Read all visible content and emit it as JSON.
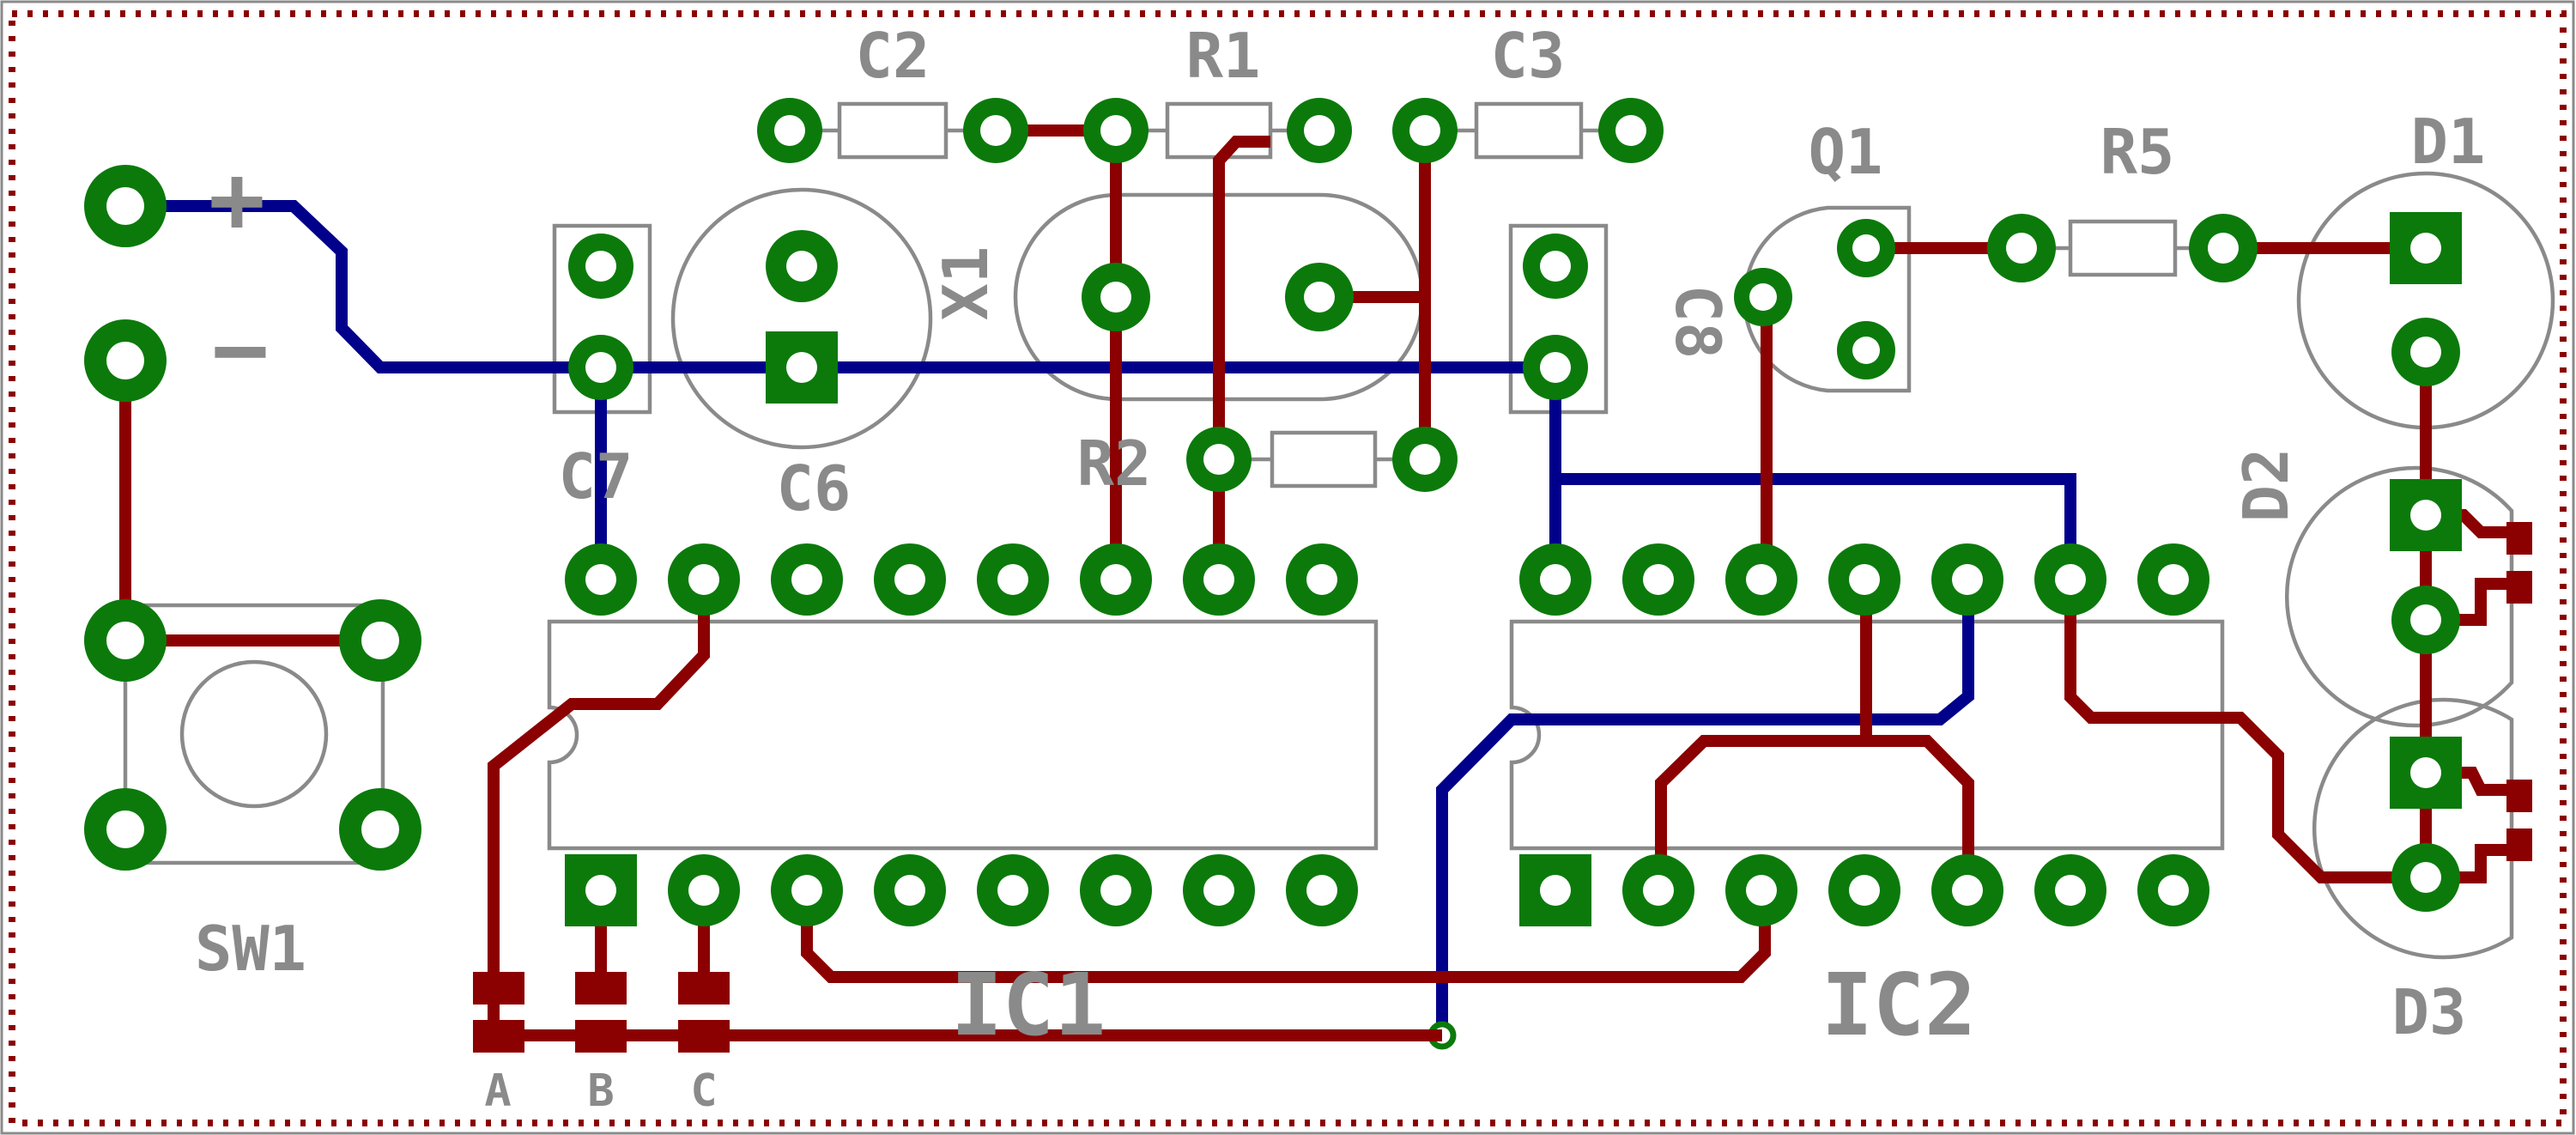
{
  "labels": {
    "plus": "+",
    "minus": "−",
    "c2": "C2",
    "r1": "R1",
    "c3": "C3",
    "q1": "Q1",
    "r5": "R5",
    "d1": "D1",
    "x1": "X1",
    "c8": "C8",
    "c7": "C7",
    "c6": "C6",
    "r2": "R2",
    "d2": "D2",
    "sw1": "SW1",
    "ic1": "IC1",
    "ic2": "IC2",
    "d3": "D3",
    "a": "A",
    "b": "B",
    "c": "C"
  },
  "colors": {
    "top_copper": "#8b0000",
    "bottom_copper": "#00008b",
    "pad": "#0b7a0b",
    "silkscreen": "#8a8a8a",
    "board_outline": "#8b0000"
  }
}
